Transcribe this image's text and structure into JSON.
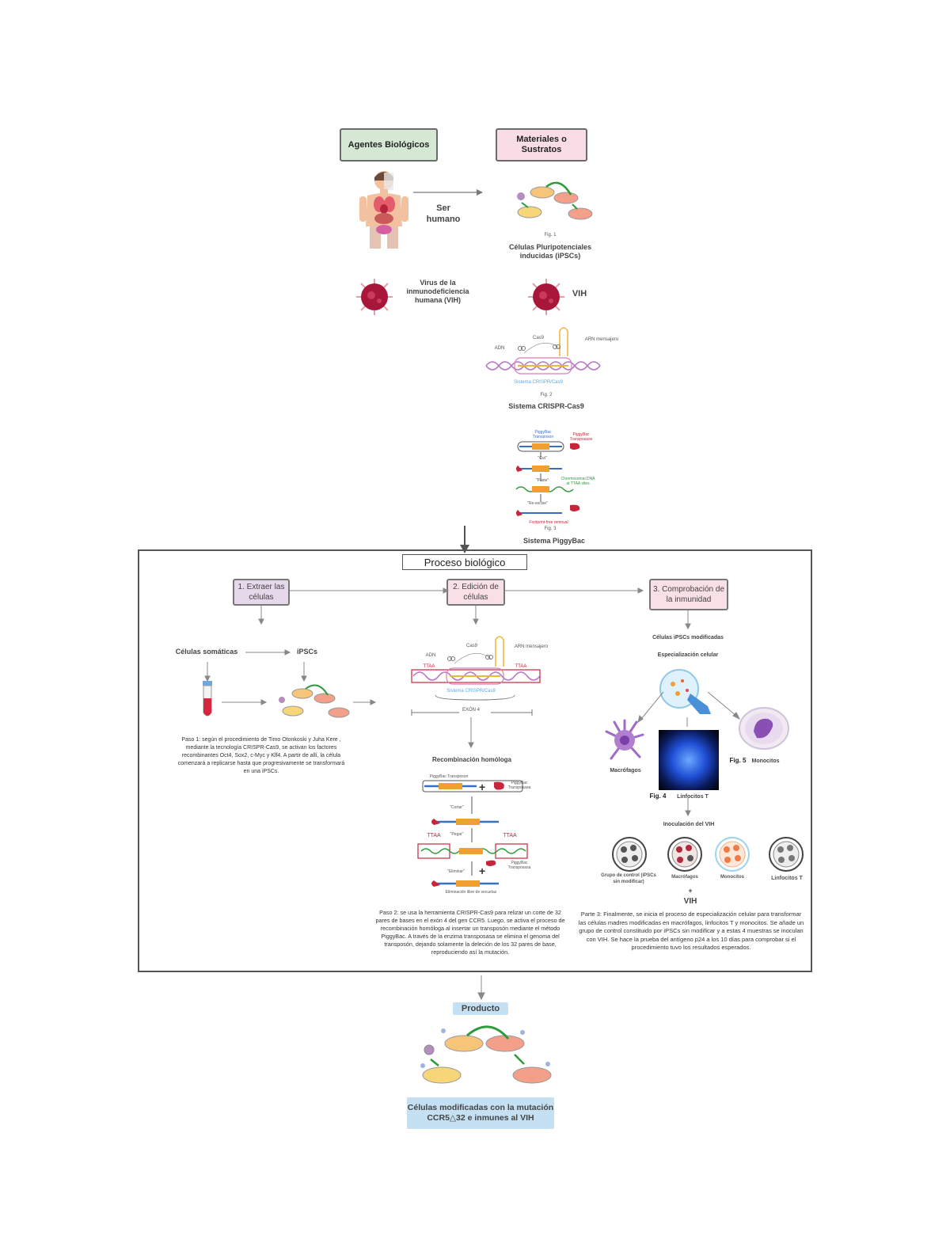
{
  "top": {
    "agents_title": "Agentes Biológicos",
    "materials_title": "Materiales o Sustratos",
    "human_label": "Ser humano",
    "virus_label": "Virus de la inmunodeficiencia humana (VIH)",
    "fig1_caption": "Fig. 1",
    "ipsc_label": "Células Pluripotenciales inducidas (iPSCs)",
    "vih_label": "VIH",
    "crispr_adn": "ADN",
    "crispr_cas9": "Cas9",
    "crispr_arn": "ARN mensajero",
    "crispr_sistema": "Sistema CRISPR/Cas9",
    "fig2_caption": "Fig. 2",
    "crispr_label": "Sistema CRISPR-Cas9",
    "pb_transposon": "PiggyBac Transposon",
    "pb_transposase": "PiggyBac Transposase",
    "pb_cut": "\"Cut\"",
    "pb_paste": "\"Paste\"",
    "pb_chrom": "Chromosomal DNA at TTAA sites",
    "pb_reexcise": "\"Re-excise\"",
    "pb_footprint": "Footprint-free removal",
    "fig3_caption": "Fig. 3",
    "piggybac_label": "Sistema PiggyBac"
  },
  "process": {
    "title": "Proceso biológico",
    "step1": "1. Extraer las células",
    "step2": "2. Edición de células",
    "step3": "3. Comprobación de la inmunidad",
    "somatic": "Células somáticas",
    "ipscs": "iPSCs",
    "paso1": "Paso 1: según el procedimiento de Timo Otonkoski y Juha Kere , mediante la tecnología CRISPR-Cas9, se activan los factores recombinantes Oct4, Sox2, c-Myc y Klf4. A partir de allí, la célula comenzará a replicarse hasta que progresivamente se transformará en una iPSCs.",
    "ttaa": "TTAA",
    "exon": "EXÓN 4",
    "recomb": "Recombinación homóloga",
    "cortar": "\"Cortar\"",
    "pegar": "\"Pegar\"",
    "eliminar": "\"Eliminar\"",
    "elim_libre": "Eliminación libre de secuelas",
    "pb_transposase_es": "PiggyBac Transposasa",
    "pb_transposon_es": "PiggyBac Transposon",
    "paso2": "Paso 2: se usa la herramienta CRISPR-Cas9 para relizar un corte de 32 pares de bases en el exón 4 del gen CCR5. Luego, se activa el proceso de recombinación homóloga al insertar un transposón mediante el método PiggyBac. A través de la enzima transposasa se elimina el genoma del transposón, dejando solamente la deleción de los 32 pares de base, reproduciendo así la mutación.",
    "ipsc_mod": "Células iPSCs modificadas",
    "especializacion": "Especialización celular",
    "macrofagos": "Macrófagos",
    "monocitos": "Monocitos",
    "linfocitos": "Linfocitos T",
    "fig5": "Fig. 5",
    "fig4": "Fig. 4",
    "inoculacion": "Inoculación del VIH",
    "grupo_control": "Grupo de control (iPSCs sin modificar)",
    "plus": "+",
    "vih": "VIH",
    "paso3": "Parte 3: Finalmente, se inicia el proceso de especialización celular para transformar las células madres modificadas en macrófagos, linfocitos T y monocitos. Se añade un grupo de control constituido por iPSCs sin modificar y a estas 4 muestras se inoculan con VIH. Se hace la prueba del antígeno p24 a los 10 días para comprobar si el procedimiento tuvo los resultados esperados."
  },
  "product": {
    "title": "Producto",
    "result": "Células modificadas con la mutación CCR5△32 e inmunes al VIH"
  }
}
